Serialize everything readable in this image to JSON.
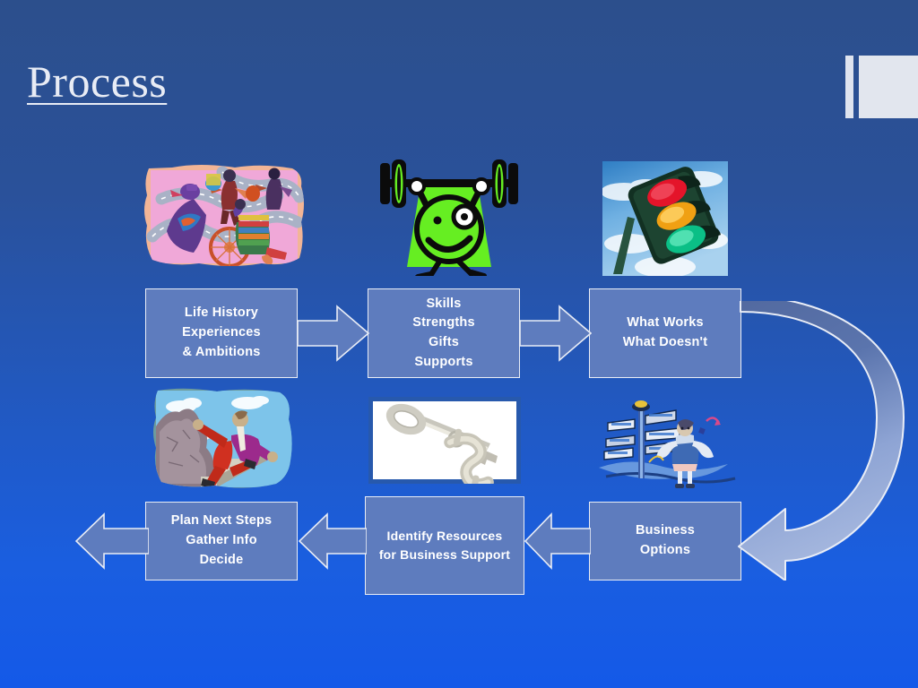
{
  "slide": {
    "title": "Process",
    "background_top_color": "#2c4f8c",
    "background_bottom_color": "#1459e8",
    "box_fill_color": "#5e7cbe",
    "box_border_color": "#e9edf6",
    "text_color": "#ffffff",
    "decoration_color": "#e2e6ee"
  },
  "process": {
    "boxes": [
      {
        "id": "life-history",
        "lines": [
          "Life History",
          "Experiences",
          "& Ambitions"
        ],
        "text": "Life History\nExperiences\n& Ambitions"
      },
      {
        "id": "skills",
        "lines": [
          "Skills",
          "Strengths",
          "Gifts",
          "Supports"
        ],
        "text": "Skills\nStrengths\nGifts\nSupports"
      },
      {
        "id": "what-works",
        "lines": [
          "What Works",
          "What Doesn't"
        ],
        "text": "What Works\nWhat Doesn't"
      },
      {
        "id": "business-options",
        "lines": [
          "Business",
          "Options"
        ],
        "text": "Business\nOptions"
      },
      {
        "id": "identify-resources",
        "lines": [
          "Identify Resources",
          "for Business Support"
        ],
        "text": "Identify Resources\nfor Business Support"
      },
      {
        "id": "plan-next-steps",
        "lines": [
          "Plan Next Steps",
          "Gather Info",
          "Decide"
        ],
        "text": "Plan Next Steps\nGather Info\nDecide"
      }
    ],
    "arrows": [
      {
        "id": "arrow-life-to-skills",
        "direction": "right"
      },
      {
        "id": "arrow-skills-to-whatworks",
        "direction": "right"
      },
      {
        "id": "arrow-whatworks-to-business",
        "direction": "curved-down-left"
      },
      {
        "id": "arrow-business-to-resources",
        "direction": "left"
      },
      {
        "id": "arrow-resources-to-plan",
        "direction": "left"
      },
      {
        "id": "arrow-plan-out",
        "direction": "left"
      }
    ],
    "images": [
      {
        "id": "life-history-art",
        "alt": "people-on-winding-roads-clipart"
      },
      {
        "id": "skills-art",
        "alt": "green-weightlifter-cartoon"
      },
      {
        "id": "what-works-art",
        "alt": "traffic-light-photo"
      },
      {
        "id": "plan-next-steps-art",
        "alt": "businessman-climbing-stairs-clipart"
      },
      {
        "id": "identify-resources-art",
        "alt": "dollar-sign-key-photo"
      },
      {
        "id": "business-options-art",
        "alt": "person-at-signpost-clipart"
      }
    ]
  }
}
